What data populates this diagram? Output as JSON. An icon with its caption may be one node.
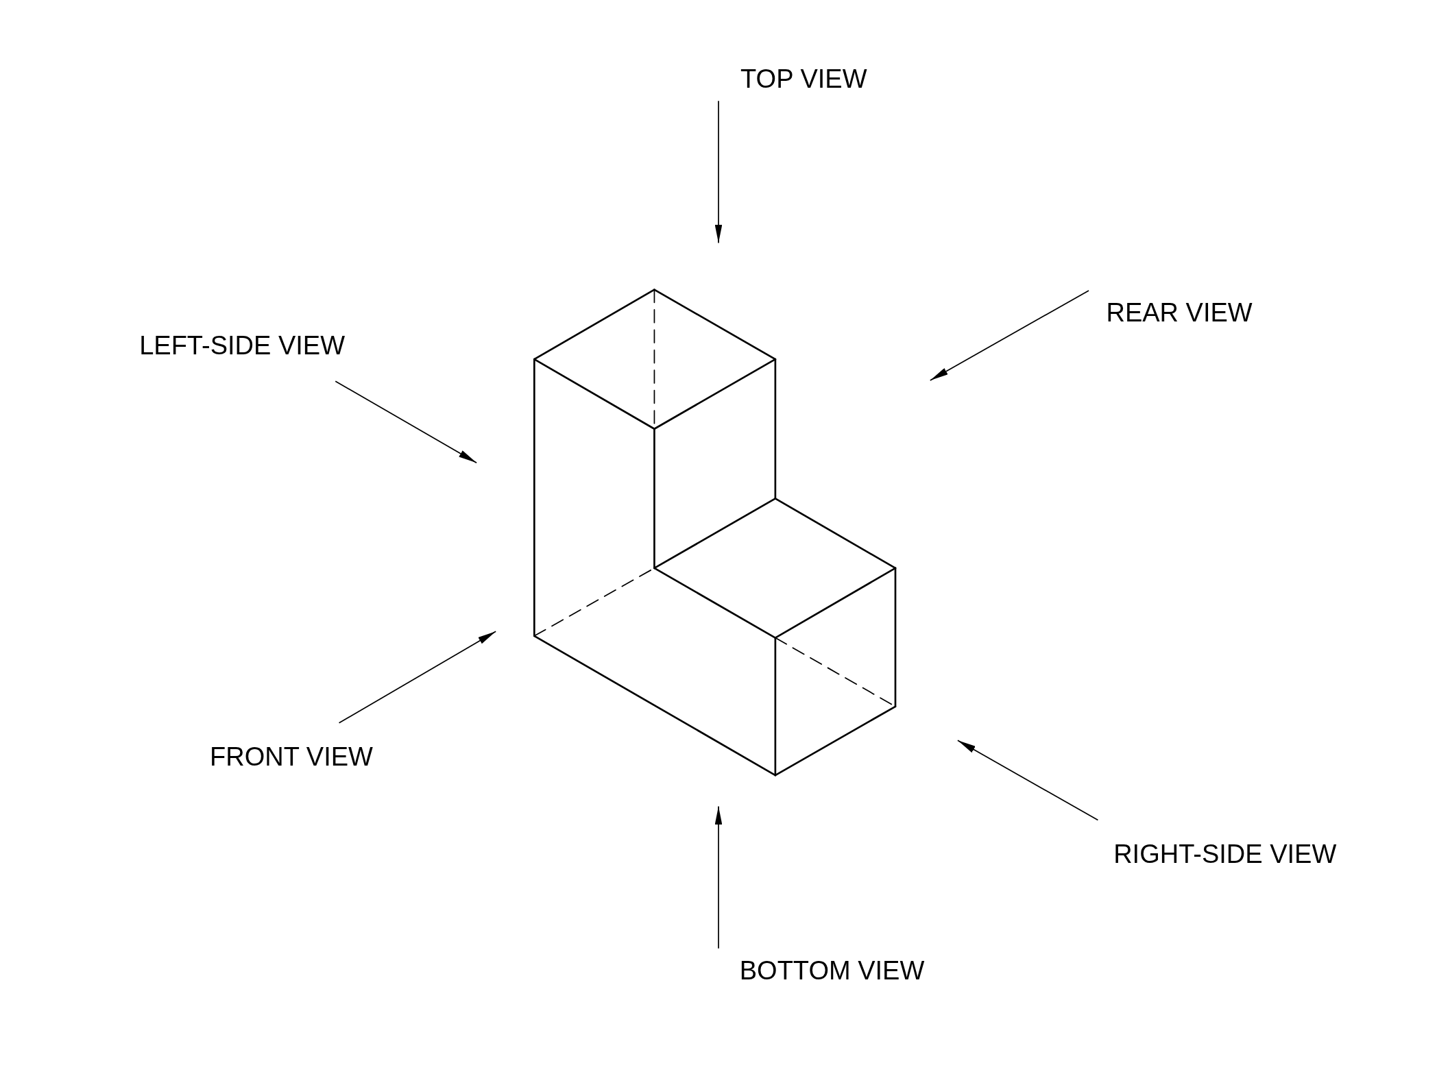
{
  "diagram": {
    "labels": [
      "TOP VIEW",
      "REAR VIEW",
      "LEFT-SIDE VIEW",
      "FRONT VIEW",
      "RIGHT-SIDE VIEW",
      "BOTTOM VIEW"
    ]
  }
}
